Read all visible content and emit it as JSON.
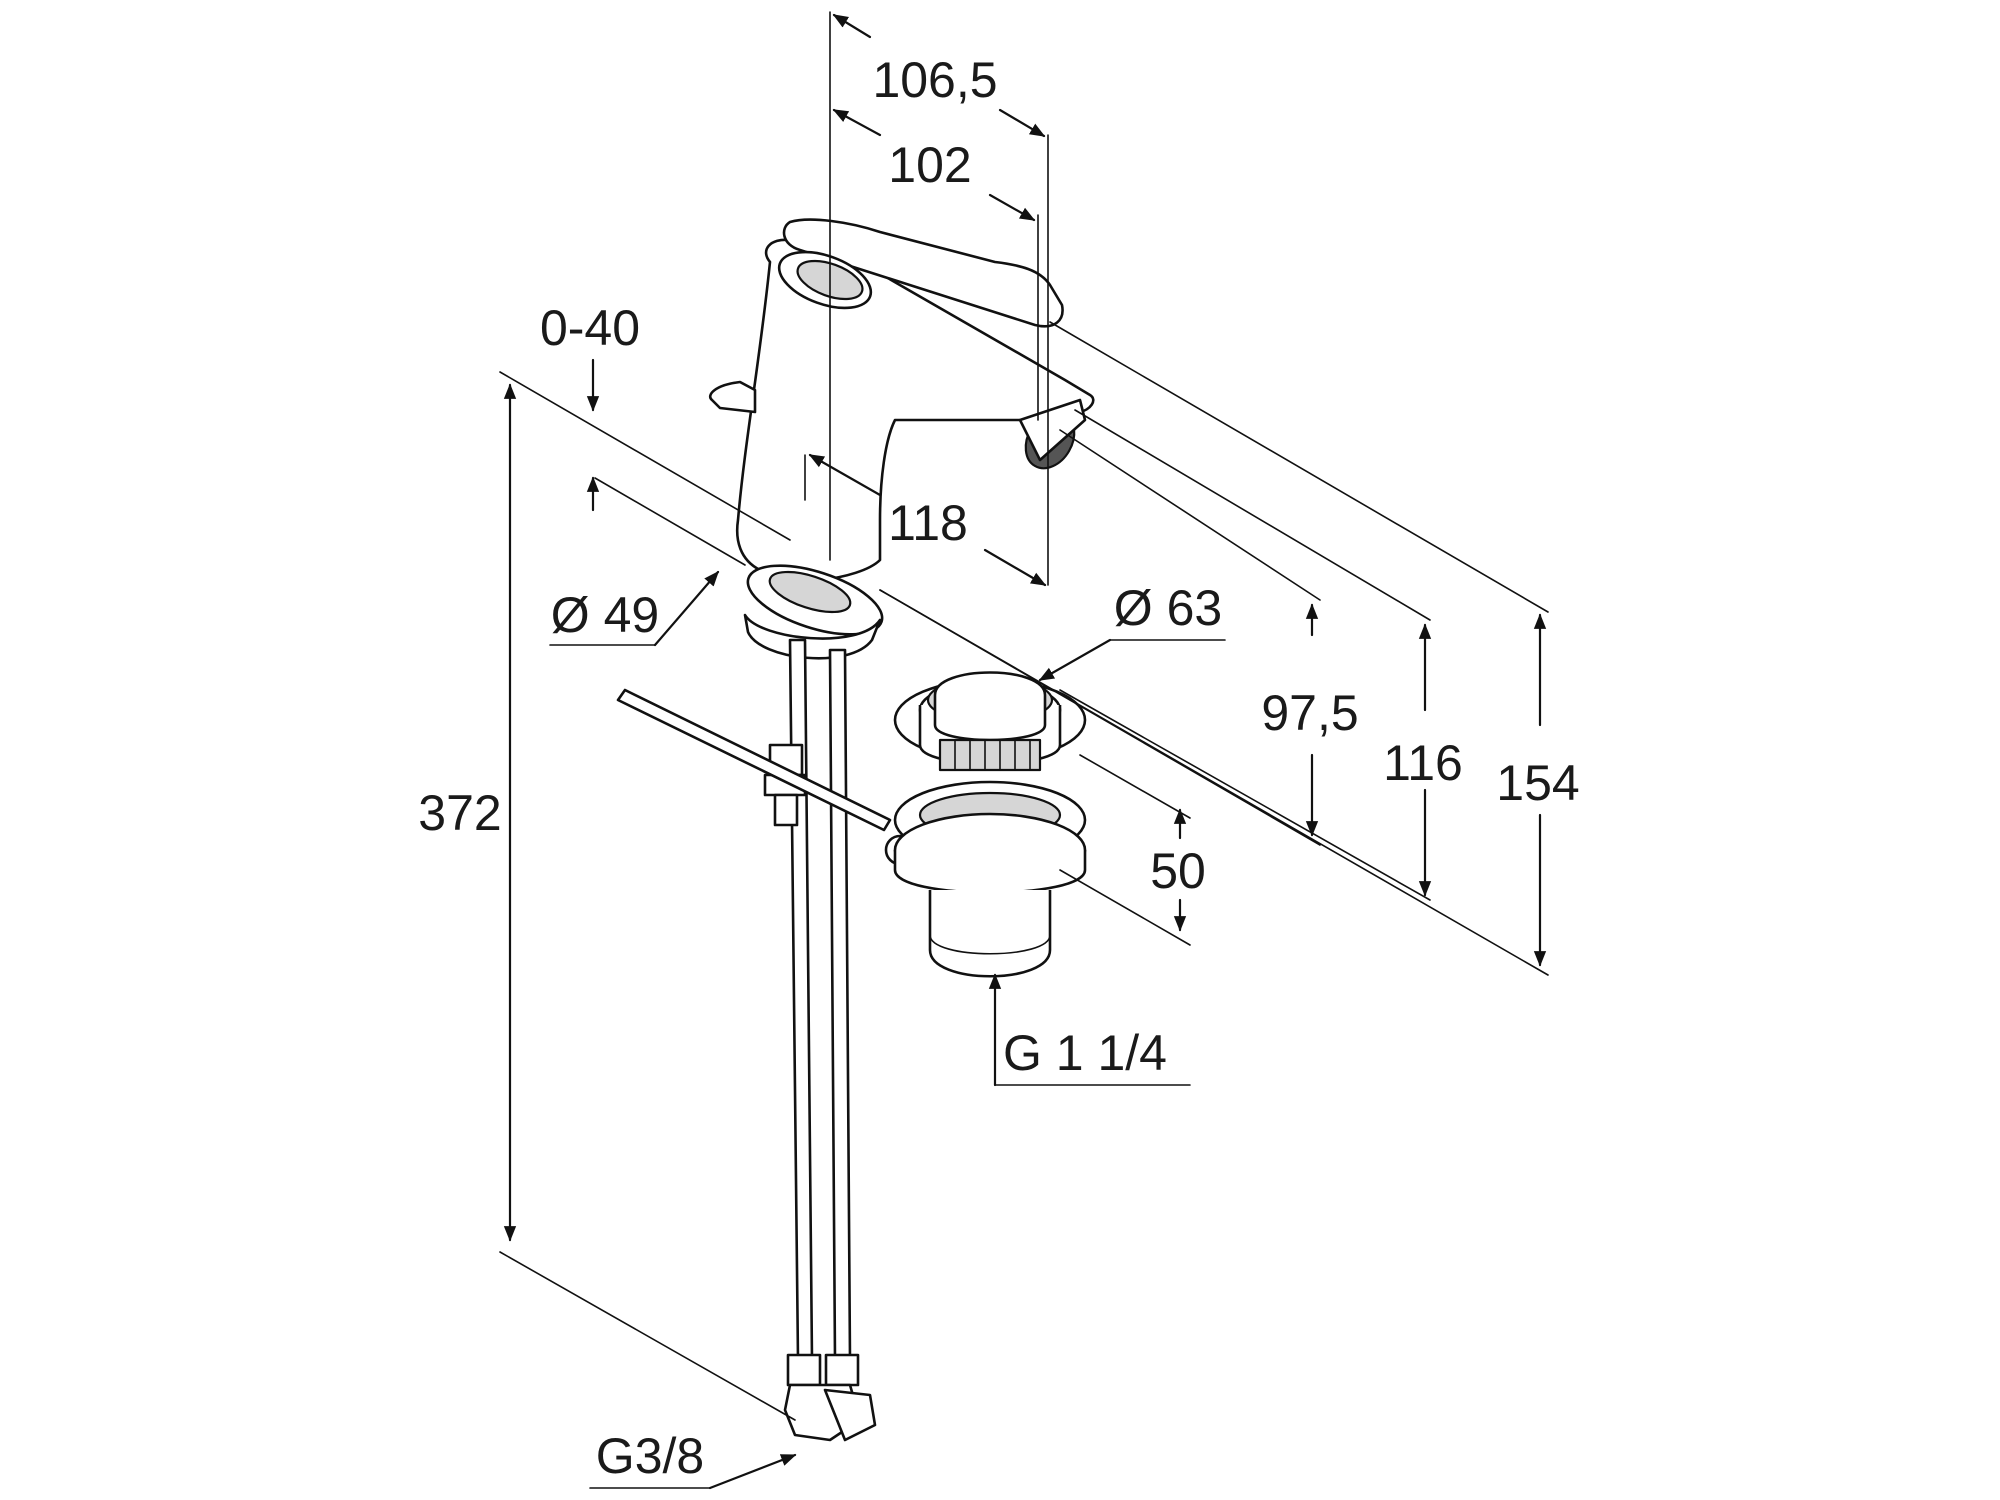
{
  "dimensions": {
    "total_height": "372",
    "spout_reach_outer": "106,5",
    "spout_reach_inner": "102",
    "deck_thickness": "0-40",
    "projection": "118",
    "hole_diameter": "Ø 49",
    "waste_diameter": "Ø 63",
    "waste_height": "50",
    "height_975": "97,5",
    "height_116": "116",
    "height_154": "154",
    "waste_thread": "G 1 1/4",
    "hose_thread": "G3/8"
  }
}
